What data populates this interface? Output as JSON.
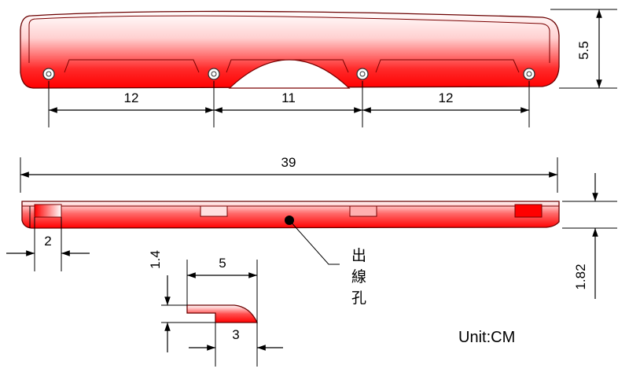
{
  "dimensions": {
    "top_view": {
      "spacing_left": "12",
      "spacing_middle": "11",
      "spacing_right": "12",
      "height": "5.5"
    },
    "front_view": {
      "total_length": "39",
      "slot_width": "2",
      "height": "1.82"
    },
    "profile": {
      "thickness": "1.4",
      "top_width": "5",
      "bottom_width": "3"
    }
  },
  "annotation": {
    "cable_hole_chars": [
      "出",
      "線",
      "孔"
    ]
  },
  "unit_label": "Unit:CM",
  "colors": {
    "body_red": "#ff0000",
    "highlight": "#ffffff",
    "outline": "#6b0000"
  },
  "icons": {
    "leader_dot": "filled-circle",
    "screw_hole": "ring"
  }
}
